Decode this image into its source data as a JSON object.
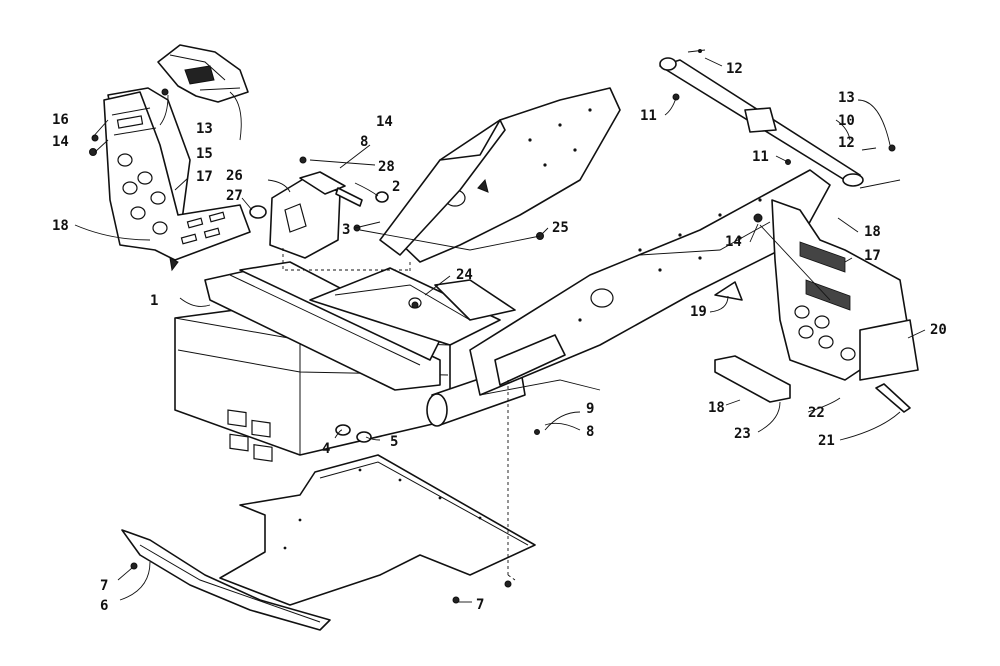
{
  "callouts": [
    {
      "key": "c1",
      "text": "1"
    },
    {
      "key": "c2",
      "text": "2"
    },
    {
      "key": "c3",
      "text": "3"
    },
    {
      "key": "c4",
      "text": "4"
    },
    {
      "key": "c5",
      "text": "5"
    },
    {
      "key": "c6",
      "text": "6"
    },
    {
      "key": "c7a",
      "text": "7"
    },
    {
      "key": "c7b",
      "text": "7"
    },
    {
      "key": "c8a",
      "text": "8"
    },
    {
      "key": "c8b",
      "text": "8"
    },
    {
      "key": "c9",
      "text": "9"
    },
    {
      "key": "c10",
      "text": "10"
    },
    {
      "key": "c11a",
      "text": "11"
    },
    {
      "key": "c11b",
      "text": "11"
    },
    {
      "key": "c12a",
      "text": "12"
    },
    {
      "key": "c12b",
      "text": "12"
    },
    {
      "key": "c13a",
      "text": "13"
    },
    {
      "key": "c13b",
      "text": "13"
    },
    {
      "key": "c14a",
      "text": "14"
    },
    {
      "key": "c14b",
      "text": "14"
    },
    {
      "key": "c14c",
      "text": "14"
    },
    {
      "key": "c15",
      "text": "15"
    },
    {
      "key": "c16",
      "text": "16"
    },
    {
      "key": "c17a",
      "text": "17"
    },
    {
      "key": "c17b",
      "text": "17"
    },
    {
      "key": "c18a",
      "text": "18"
    },
    {
      "key": "c18b",
      "text": "18"
    },
    {
      "key": "c18c",
      "text": "18"
    },
    {
      "key": "c19",
      "text": "19"
    },
    {
      "key": "c20",
      "text": "20"
    },
    {
      "key": "c21",
      "text": "21"
    },
    {
      "key": "c22",
      "text": "22"
    },
    {
      "key": "c23",
      "text": "23"
    },
    {
      "key": "c24",
      "text": "24"
    },
    {
      "key": "c25",
      "text": "25"
    },
    {
      "key": "c26",
      "text": "26"
    },
    {
      "key": "c27",
      "text": "27"
    },
    {
      "key": "c28",
      "text": "28"
    }
  ]
}
